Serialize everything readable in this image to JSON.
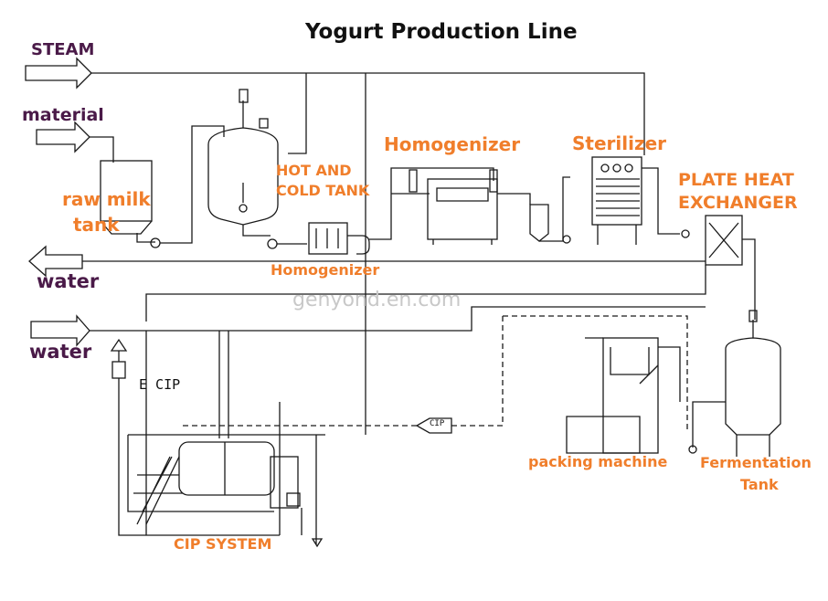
{
  "title": "Yogurt Production Line",
  "inputs": {
    "steam": "STEAM",
    "material": "material",
    "water_out": "water",
    "water_in": "water"
  },
  "equipment": {
    "raw_milk_tank": [
      "raw milk",
      "tank"
    ],
    "hot_cold_tank": [
      "HOT AND",
      "COLD TANK"
    ],
    "homogenizer_top": "Homogenizer",
    "homogenizer_pump": "Homogenizer",
    "sterilizer": "Sterilizer",
    "plate_heat_exchanger": [
      "PLATE HEAT",
      "EXCHANGER"
    ],
    "packing_machine": "packing machine",
    "fermentation_tank": [
      "Fermentation",
      "Tank"
    ],
    "cip_system": "CIP SYSTEM"
  },
  "cip_labels": {
    "e_cip": "E  CIP",
    "cip_tag": "CIP"
  },
  "watermark": "genyond.en.com",
  "colors": {
    "label_orange": "#f07e2b",
    "label_purple": "#4a1a48",
    "line": "#1a1a1a"
  }
}
